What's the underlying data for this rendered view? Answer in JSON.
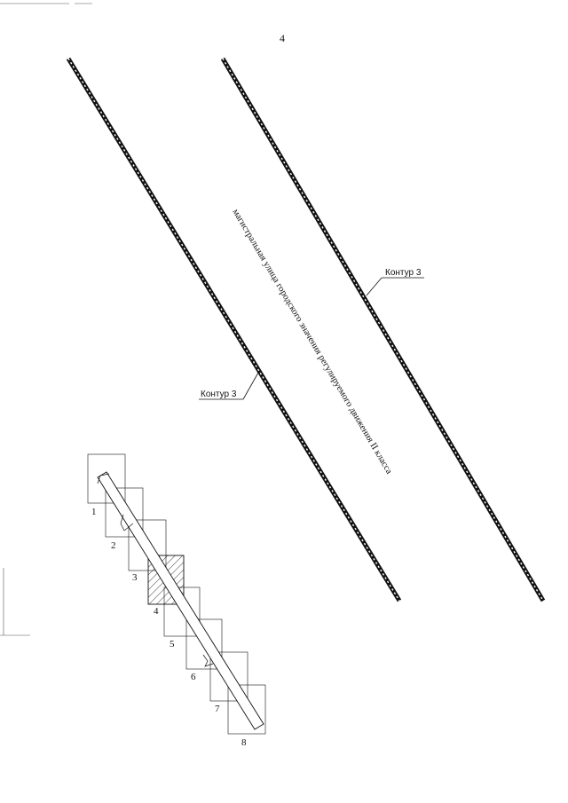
{
  "page_number": "4",
  "road_label": "магистральная улица городского значения регулируемого движения II класса",
  "contour_label_right": "Контур 3",
  "contour_label_left": "Контур 3",
  "index_tiles": [
    "1",
    "2",
    "3",
    "4",
    "5",
    "6",
    "7",
    "8"
  ],
  "highlighted_tile": "4",
  "colors": {
    "ink": "#111111",
    "paper": "#ffffff"
  }
}
